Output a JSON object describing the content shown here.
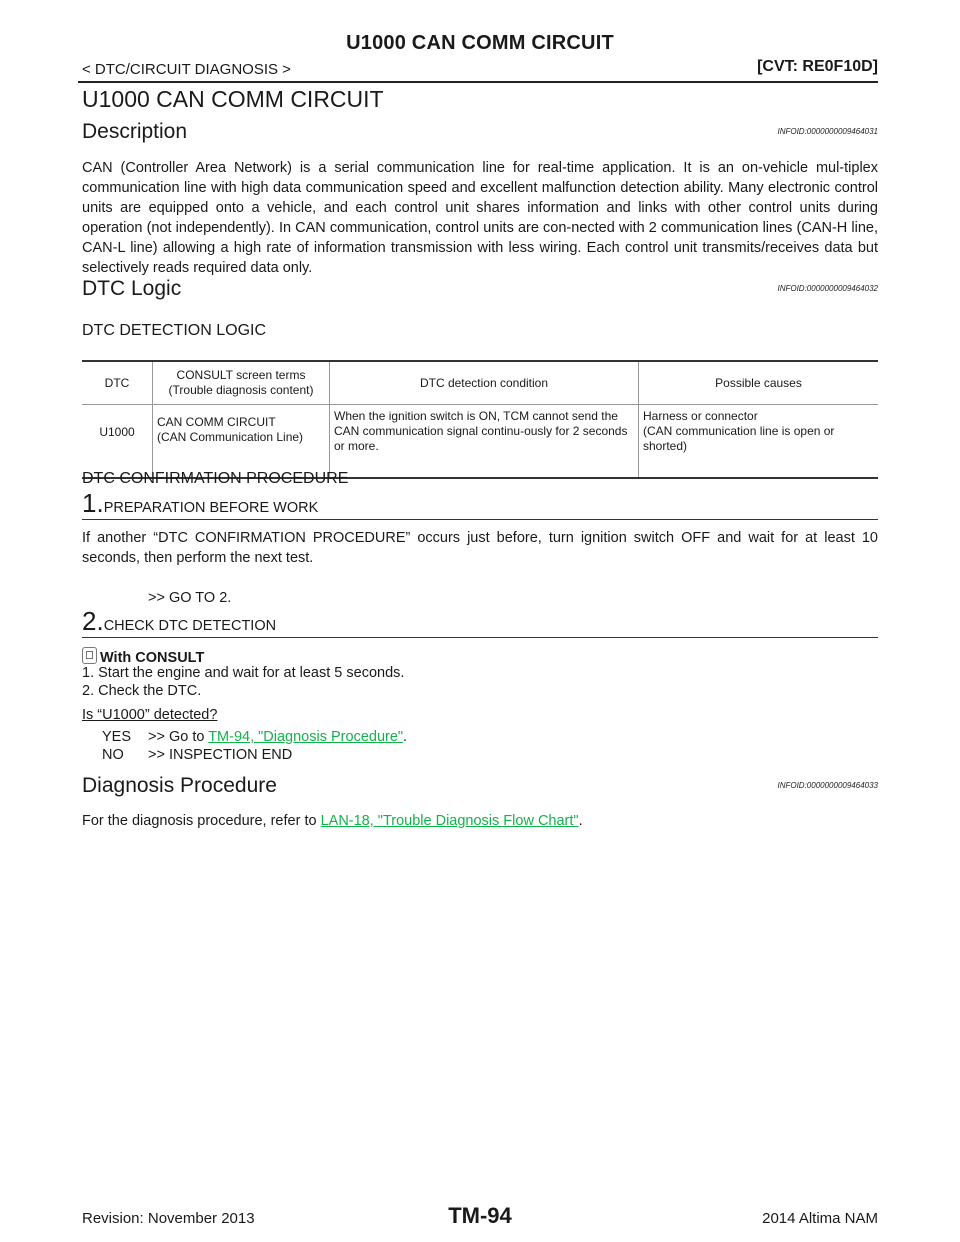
{
  "header": {
    "title": "U1000 CAN COMM CIRCUIT",
    "breadcrumb": "< DTC/CIRCUIT DIAGNOSIS >",
    "model": "[CVT: RE0F10D]"
  },
  "page_title": "U1000 CAN COMM CIRCUIT",
  "description": {
    "title": "Description",
    "infoid": "INFOID:0000000009464031",
    "text": "CAN (Controller Area Network) is a serial communication line for real-time application. It is an on-vehicle mul-tiplex communication line with high data communication speed and excellent malfunction detection ability. Many electronic control units are equipped onto a vehicle, and each control unit shares information and links with other control units during operation (not independently). In CAN communication, control units are con-nected with 2 communication lines (CAN-H line, CAN-L line) allowing a high rate of information transmission with less wiring. Each control unit transmits/receives data but selectively reads required data only."
  },
  "dtc_logic": {
    "title": "DTC Logic",
    "infoid": "INFOID:0000000009464032",
    "detection_heading": "DTC DETECTION LOGIC",
    "table": {
      "headers": [
        "DTC",
        "CONSULT screen terms\n(Trouble diagnosis content)",
        "DTC detection condition",
        "Possible causes"
      ],
      "row": {
        "dtc": "U1000",
        "terms": "CAN COMM CIRCUIT\n(CAN Communication Line)",
        "condition": "When the ignition switch is ON, TCM cannot send the CAN communication signal continu-ously for 2 seconds or more.",
        "causes": "Harness or connector\n(CAN communication line is open or shorted)"
      }
    },
    "confirmation_heading": "DTC CONFIRMATION PROCEDURE",
    "step1": {
      "num": "1.",
      "label": "PREPARATION BEFORE WORK",
      "text": "If another “DTC CONFIRMATION PROCEDURE” occurs just before, turn ignition switch OFF and wait for at least 10 seconds, then perform the next test.",
      "goto": ">> GO TO 2."
    },
    "step2": {
      "num": "2.",
      "label": "CHECK DTC DETECTION",
      "with": "With CONSULT",
      "items": [
        "1.  Start the engine and wait for at least 5 seconds.",
        "2.  Check the DTC."
      ],
      "question": "Is “U1000” detected?",
      "yes_label": "YES",
      "yes_text": ">> Go to ",
      "yes_link": "TM-94, \"Diagnosis Procedure\"",
      "yes_end": ".",
      "no_label": "NO",
      "no_text": ">> INSPECTION END"
    }
  },
  "diagnosis": {
    "title": "Diagnosis Procedure",
    "infoid": "INFOID:0000000009464033",
    "text": "For the diagnosis procedure, refer to ",
    "link": "LAN-18, \"Trouble Diagnosis Flow Chart\"",
    "end": "."
  },
  "footer": {
    "revision": "Revision: November 2013",
    "page": "TM-94",
    "model": "2014 Altima NAM"
  }
}
